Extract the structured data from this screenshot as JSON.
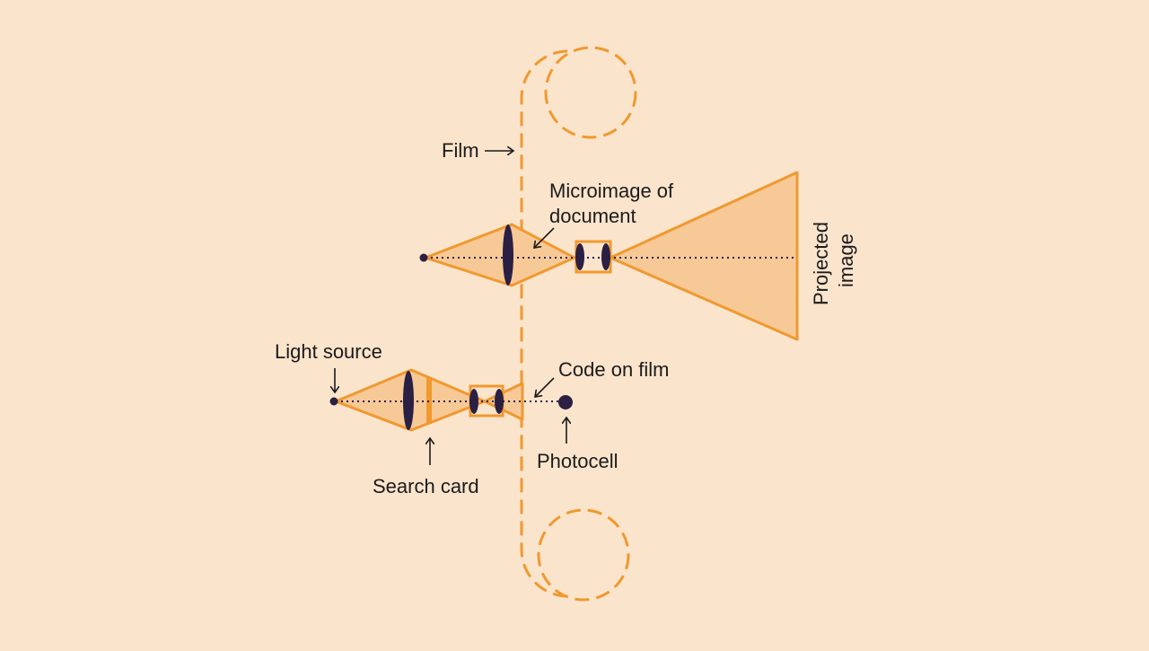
{
  "colors": {
    "background": "#fbe4cc",
    "stroke": "#f0992f",
    "fill": "#f7c997",
    "lens": "#2b1f43",
    "text": "#1b1b1b"
  },
  "labels": {
    "film": "Film",
    "microimage_line1": "Microimage of",
    "microimage_line2": "document",
    "projected_line1": "Projected",
    "projected_line2": "image",
    "light_source": "Light source",
    "code_on_film": "Code on film",
    "photocell": "Photocell",
    "search_card": "Search card"
  },
  "icons": {
    "film_reel": "dashed-circle",
    "lens": "ellipse-lens",
    "arrow": "thin-arrow"
  }
}
